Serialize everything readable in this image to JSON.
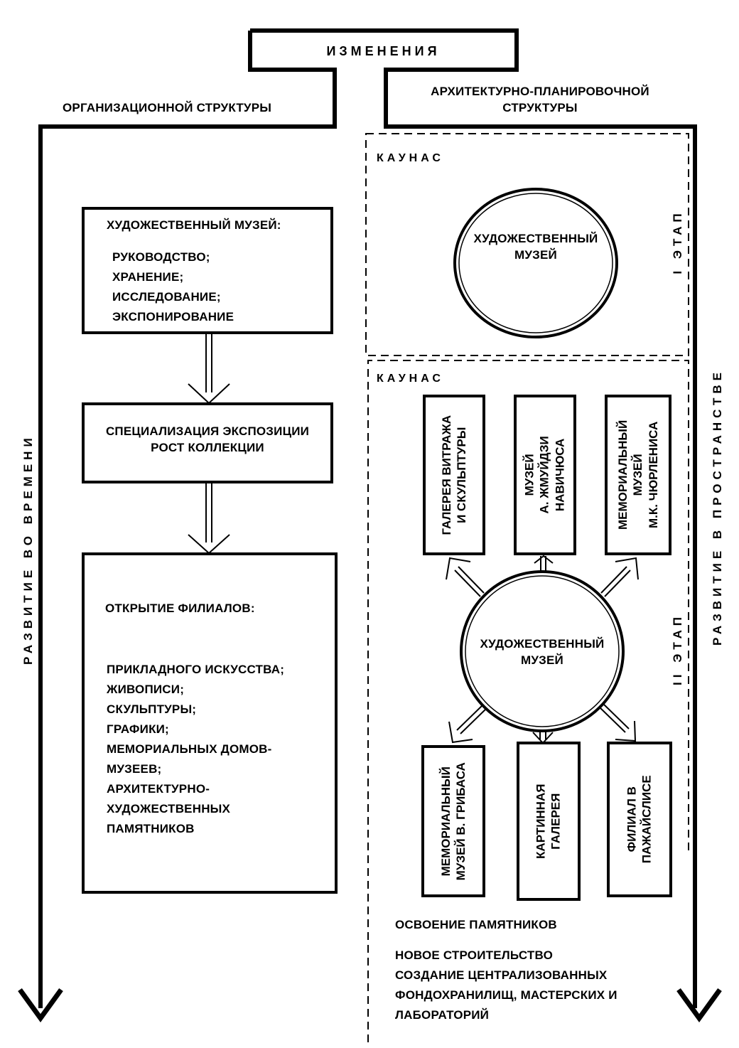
{
  "header": {
    "title": "ИЗМЕНЕНИЯ",
    "left_label": "ОРГАНИЗАЦИОННОЙ СТРУКТУРЫ",
    "right_label_line1": "АРХИТЕКТУРНО-ПЛАНИРОВОЧНОЙ",
    "right_label_line2": "СТРУКТУРЫ"
  },
  "axes": {
    "left": "РАЗВИТИЕ ВО ВРЕМЕНИ",
    "right": "РАЗВИТИЕ В ПРОСТРАНСТВЕ"
  },
  "left_column": {
    "box1": {
      "title": "ХУДОЖЕСТВЕННЫЙ МУЗЕЙ:",
      "items": [
        "РУКОВОДСТВО;",
        "ХРАНЕНИЕ;",
        "ИССЛЕДОВАНИЕ;",
        "ЭКСПОНИРОВАНИЕ"
      ]
    },
    "box2": {
      "line1": "СПЕЦИАЛИЗАЦИЯ ЭКСПОЗИЦИИ",
      "line2": "РОСТ КОЛЛЕКЦИИ"
    },
    "box3": {
      "title": "ОТКРЫТИЕ ФИЛИАЛОВ:",
      "items": [
        "ПРИКЛАДНОГО ИСКУССТВА;",
        "ЖИВОПИСИ;",
        "СКУЛЬПТУРЫ;",
        "ГРАФИКИ;",
        "МЕМОРИАЛЬНЫХ ДОМОВ-",
        "МУЗЕЕВ;",
        "АРХИТЕКТУРНО-",
        "ХУДОЖЕСТВЕННЫХ",
        "ПАМЯТНИКОВ"
      ]
    }
  },
  "stage1": {
    "city": "КАУНАС",
    "stage_label": "I ЭТАП",
    "center_line1": "ХУДОЖЕСТВЕННЫЙ",
    "center_line2": "МУЗЕЙ"
  },
  "stage2": {
    "city": "КАУНАС",
    "stage_label": "II ЭТАП",
    "center_line1": "ХУДОЖЕСТВЕННЫЙ",
    "center_line2": "МУЗЕЙ",
    "top_branches": [
      {
        "line1": "ГАЛЕРЕЯ ВИТРАЖА",
        "line2": "И СКУЛЬПТУРЫ",
        "line3": ""
      },
      {
        "line1": "МУЗЕЙ",
        "line2": "А. ЖМУЙДЗИ",
        "line3": "НАВИЧЮСА"
      },
      {
        "line1": "МЕМОРИАЛЬНЫЙ",
        "line2": "МУЗЕЙ",
        "line3": "М.К. ЧЮРЛЕНИСА"
      }
    ],
    "bottom_branches": [
      {
        "line1": "МЕМОРИАЛЬНЫЙ",
        "line2": "МУЗЕЙ В. ГРИБАСА"
      },
      {
        "line1": "КАРТИННАЯ",
        "line2": "ГАЛЕРЕЯ"
      },
      {
        "line1": "ФИЛИАЛ В",
        "line2": "ПАЖАЙСЛИСЕ"
      }
    ]
  },
  "bottom_notes": {
    "line1": "ОСВОЕНИЕ ПАМЯТНИКОВ",
    "line2": "НОВОЕ СТРОИТЕЛЬСТВО",
    "line3": "СОЗДАНИЕ ЦЕНТРАЛИЗОВАННЫХ",
    "line4": "ФОНДОХРАНИЛИЩ, МАСТЕРСКИХ И",
    "line5": "ЛАБОРАТОРИЙ"
  }
}
